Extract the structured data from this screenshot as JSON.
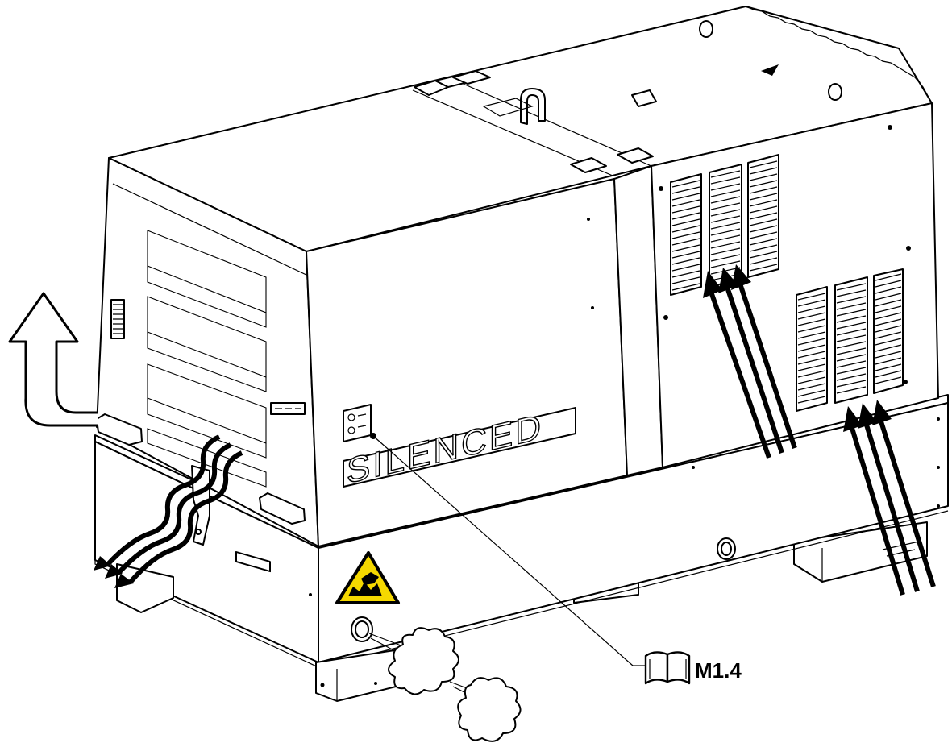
{
  "figure": {
    "panel_label": "SILENCED",
    "reference": {
      "book_icon": "open-book-icon",
      "code": "M1.4"
    },
    "symbols": {
      "warning": "hot-surface-warning-icon",
      "warning_color": "#f5d800",
      "hot_air_outlet": "hot-air-outlet-arrow",
      "cooling_air_inlet": "cooling-air-inlet-arrows",
      "exhaust": "exhaust-smoke-icon"
    }
  }
}
